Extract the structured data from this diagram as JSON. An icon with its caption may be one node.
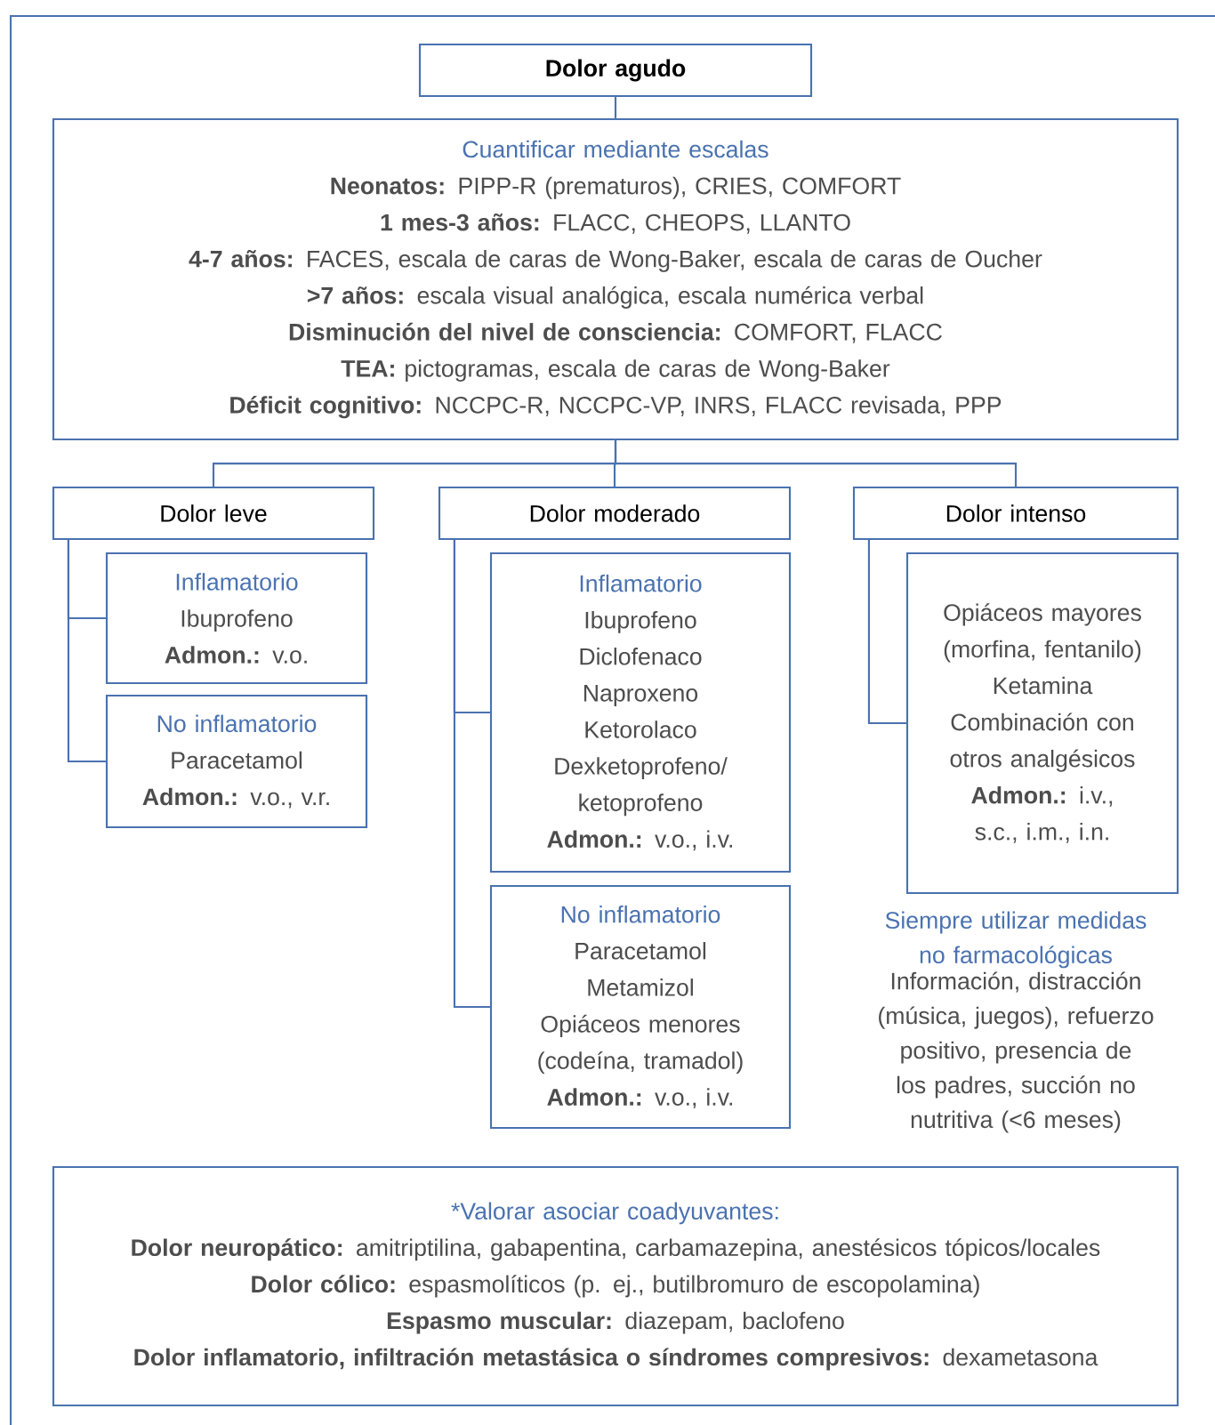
{
  "diagram": {
    "nodes": [
      {
        "text": [
          "Dolor agudo"
        ]
      },
      {
        "text": [
          "Cuantificar mediante escalas",
          "**Neonatos:** PIPP-R (prematuros), CRIES, COMFORT",
          "**1 mes-3 años:** FLACC, CHEOPS, LLANTO",
          "**4-7 años:** FACES, escala de caras de Wong-Baker, escala de caras de Oucher",
          "**>7 años:** escala visual analógica, escala numérica verbal",
          "**Disminución del nivel de consciencia:** COMFORT, FLACC",
          "**TEA:** pictogramas, escala de caras de Wong-Baker",
          "**Déficit cognitivo:** NCCPC-R, NCCPC-VP, INRS, FLACC revisada, PPP"
        ]
      },
      {
        "text": [
          "Dolor leve"
        ]
      },
      {
        "text": [
          "Dolor moderado"
        ]
      },
      {
        "text": [
          "Dolor intenso"
        ]
      },
      {
        "text": [
          "Inflamatorio",
          "Ibuprofeno",
          "**Admon.:** v.o."
        ]
      },
      {
        "text": [
          "No inflamatorio",
          "Paracetamol",
          "**Admon.:** v.o., v.r."
        ]
      },
      {
        "text": [
          "Inflamatorio",
          "Ibuprofeno",
          "Diclofenaco",
          "Naproxeno",
          "Ketorolaco",
          "Dexketoprofeno/ ketoprofeno",
          "**Admon.:** v.o., i.v."
        ]
      },
      {
        "text": [
          "No inflamatorio",
          "Paracetamol",
          "Metamizol",
          "Opiáceos menores (codeína, tramadol)",
          "**Admon.:** v.o., i.v."
        ]
      },
      {
        "text": [
          "Opiáceos mayores (morfina, fentanilo)",
          "Ketamina",
          "Combinación con otros analgésicos",
          "**Admon.:** i.v., s.c., i.m., i.n."
        ]
      },
      {
        "text": [
          "*Valorar asociar coadyuvantes:",
          "**Dolor neuropático:** amitriptilina, gabapentina, carbamazepina, anestésicos tópicos/locales",
          "**Dolor cólico:** espasmolíticos (p. ej., butilbromuro de escopolamina)",
          "**Espasmo muscular:** diazepam, baclofeno",
          "**Dolor inflamatorio, infiltración metastásica o síndromes compresivos:** dexametasona"
        ]
      }
    ],
    "edges": [
      {
        "from": 0,
        "to": 1,
        "arrow": "none"
      },
      {
        "from": 1,
        "to": 2,
        "arrow": "none"
      },
      {
        "from": 1,
        "to": 3,
        "arrow": "none"
      },
      {
        "from": 1,
        "to": 4,
        "arrow": "none"
      },
      {
        "from": 2,
        "to": 5,
        "arrow": "none"
      },
      {
        "from": 2,
        "to": 6,
        "arrow": "none"
      },
      {
        "from": 3,
        "to": 7,
        "arrow": "none"
      },
      {
        "from": 3,
        "to": 8,
        "arrow": "none"
      },
      {
        "from": 4,
        "to": 9,
        "arrow": "none"
      }
    ],
    "labels": [
      "Siempre utilizar medidas no farmacológicas",
      "Información, distracción (música, juegos), refuerzo positivo, presencia de los padres, succión no nutritiva (<6 meses)"
    ]
  }
}
